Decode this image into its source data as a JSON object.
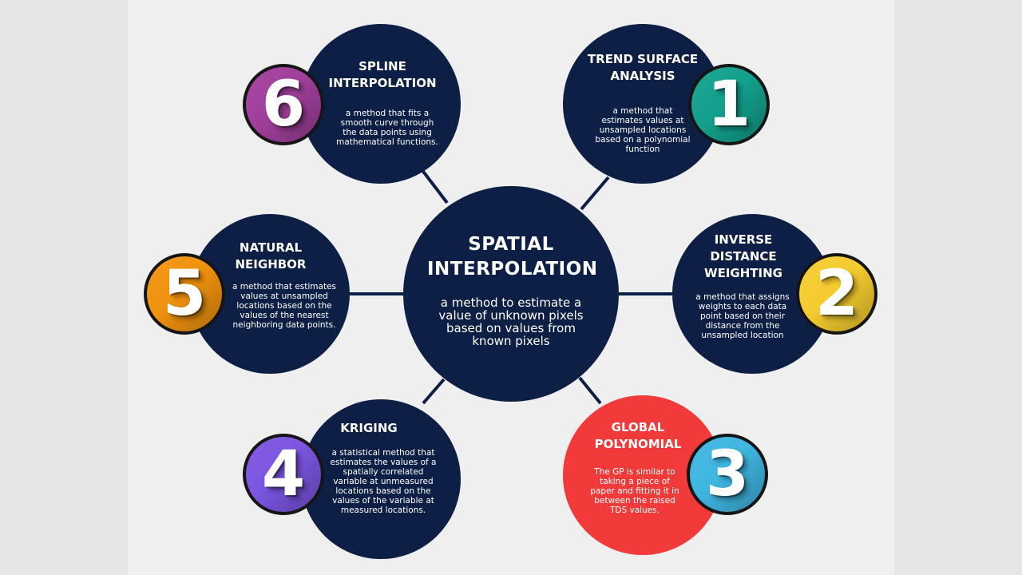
{
  "hub": {
    "title_line1": "SPATIAL",
    "title_line2": "INTERPOLATION",
    "description": "a method to estimate a value of unknown pixels based on values from known pixels"
  },
  "nodes": [
    {
      "number": "1",
      "title_line1": "TREND SURFACE",
      "title_line2": "ANALYSIS",
      "description": "a method that estimates values at unsampled locations based on a polynomial function",
      "circle_color": "#0e1f45",
      "badge_color": "#13a08d"
    },
    {
      "number": "2",
      "title_line1": "INVERSE",
      "title_line2": "DISTANCE",
      "title_line3": "WEIGHTING",
      "description": "a method that assigns weights to each data point based on their distance from the unsampled location",
      "circle_color": "#0e1f45",
      "badge_color": "#f5cc2f"
    },
    {
      "number": "3",
      "title_line1": "GLOBAL",
      "title_line2": "POLYNOMIAL",
      "description": "The GP is similar to taking a piece of paper and fitting it in between the raised TDS values.",
      "circle_color": "#f23a3a",
      "badge_color": "#3fb6e1"
    },
    {
      "number": "4",
      "title_line1": "KRIGING",
      "description": "a statistical method that estimates the values of a spatially correlated variable at unmeasured locations based on the values of the variable at measured locations.",
      "circle_color": "#0e1f45",
      "badge_color": "#7b55e0"
    },
    {
      "number": "5",
      "title_line1": "NATURAL",
      "title_line2": "NEIGHBOR",
      "description": "a method that estimates values at unsampled locations based on the values of the nearest neighboring data points.",
      "circle_color": "#0e1f45",
      "badge_color": "#f1920f"
    },
    {
      "number": "6",
      "title_line1": "SPLINE",
      "title_line2": "INTERPOLATION",
      "description": "a method that fits a smooth curve through the data points using mathematical functions.",
      "circle_color": "#0e1f45",
      "badge_color": "#a03f9b"
    }
  ],
  "colors": {
    "navy": "#0e1f45",
    "connector": "#0e1f45",
    "background": "#efefef"
  }
}
